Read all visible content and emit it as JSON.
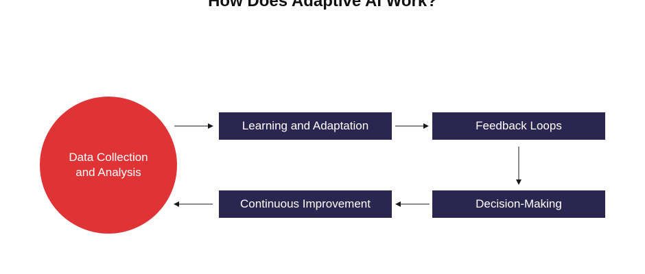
{
  "title": "How Does Adaptive AI Work?",
  "nodes": {
    "data_collection": "Data Collection\nand Analysis",
    "learning": "Learning and Adaptation",
    "feedback": "Feedback Loops",
    "decision": "Decision-Making",
    "continuous": "Continuous Improvement"
  },
  "colors": {
    "circle": "#e03336",
    "box": "#2b2650",
    "arrow": "#1a1a1a",
    "text_light": "#ffffff"
  }
}
